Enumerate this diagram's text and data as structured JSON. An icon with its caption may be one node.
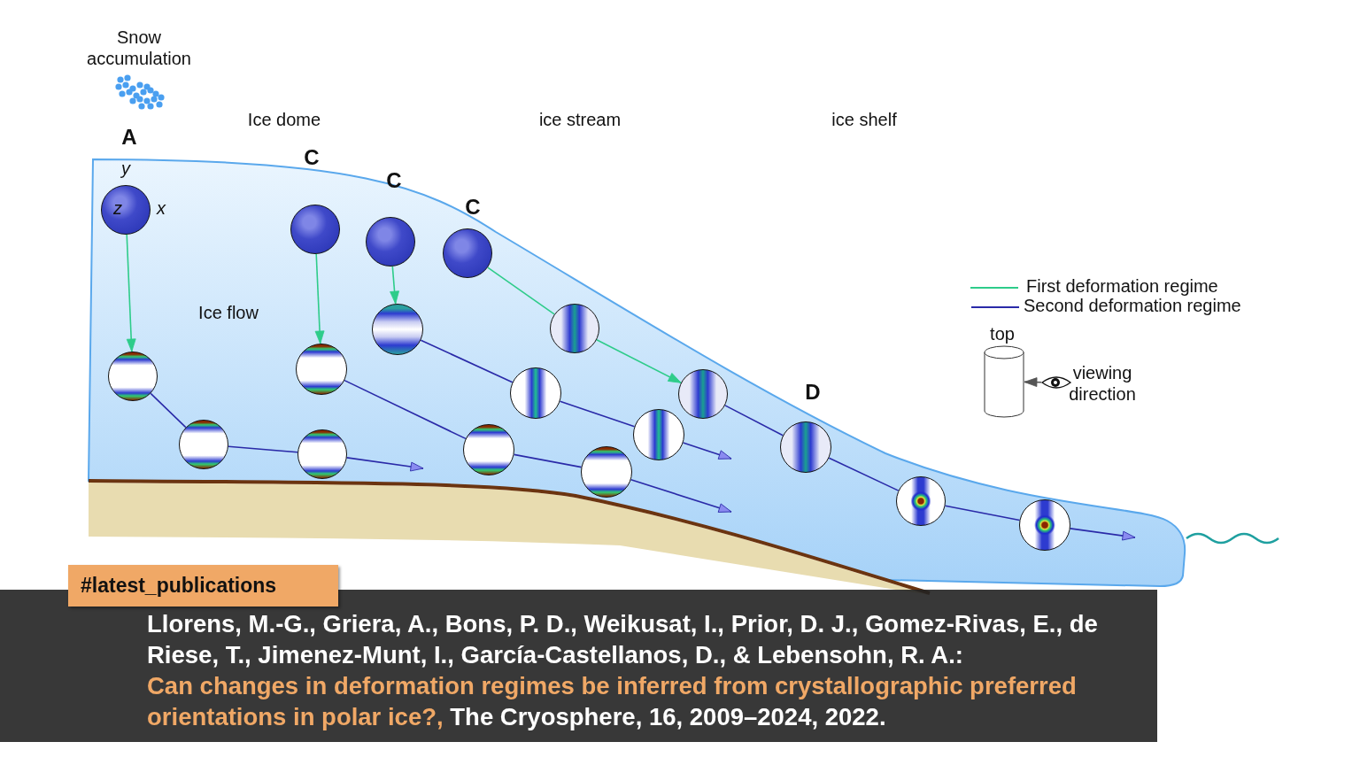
{
  "diagram": {
    "nodes": [
      {
        "text": [],
        "shape": "circle",
        "beside": [
          "A"
        ]
      },
      {
        "text": [],
        "shape": "circle"
      },
      {
        "text": [],
        "shape": "circle"
      },
      {
        "text": [],
        "shape": "circle",
        "beside": [
          "C"
        ]
      },
      {
        "text": [],
        "shape": "circle"
      },
      {
        "text": [],
        "shape": "circle"
      },
      {
        "text": [],
        "shape": "circle",
        "beside": [
          "C"
        ]
      },
      {
        "text": [],
        "shape": "circle"
      },
      {
        "text": [],
        "shape": "circle",
        "beside": [
          "C"
        ]
      },
      {
        "text": [],
        "shape": "circle"
      },
      {
        "text": [],
        "shape": "circle"
      },
      {
        "text": [],
        "shape": "circle"
      },
      {
        "text": [],
        "shape": "circle"
      },
      {
        "text": [],
        "shape": "circle"
      },
      {
        "text": [],
        "shape": "circle"
      },
      {
        "text": [],
        "shape": "circle",
        "beside": [
          "D"
        ]
      },
      {
        "text": [],
        "shape": "circle"
      },
      {
        "text": [],
        "shape": "circle"
      },
      {
        "text": [],
        "shape": "cylinder",
        "beside": [
          "top"
        ]
      },
      {
        "text": [],
        "shape": "picture",
        "beside": [
          "viewing direction"
        ]
      }
    ],
    "edges": [
      {
        "from": 0,
        "to": 1,
        "arrow": "to",
        "color": "#2ecc8a"
      },
      {
        "from": 3,
        "to": 4,
        "arrow": "to",
        "color": "#2ecc8a"
      },
      {
        "from": 6,
        "to": 7,
        "arrow": "to",
        "color": "#2ecc8a"
      },
      {
        "from": 8,
        "to": 11,
        "arrow": "none",
        "color": "#2ecc8a"
      },
      {
        "from": 11,
        "to": 14,
        "arrow": "to",
        "color": "#2ecc8a"
      },
      {
        "from": 1,
        "to": 2,
        "arrow": "none"
      },
      {
        "from": 2,
        "to": 5,
        "arrow": "none"
      },
      {
        "from": 5,
        "to": null,
        "arrow": "to"
      },
      {
        "from": 4,
        "to": 9,
        "arrow": "none"
      },
      {
        "from": 9,
        "to": 12,
        "arrow": "none"
      },
      {
        "from": 12,
        "to": null,
        "arrow": "to"
      },
      {
        "from": 7,
        "to": 10,
        "arrow": "none"
      },
      {
        "from": 10,
        "to": 13,
        "arrow": "none"
      },
      {
        "from": 13,
        "to": null,
        "arrow": "to"
      },
      {
        "from": 14,
        "to": 15,
        "arrow": "none"
      },
      {
        "from": 15,
        "to": 16,
        "arrow": "none"
      },
      {
        "from": 16,
        "to": 17,
        "arrow": "none"
      },
      {
        "from": 17,
        "to": null,
        "arrow": "to"
      },
      {
        "from": 19,
        "to": 18,
        "arrow": "to",
        "color": "#555555"
      }
    ],
    "labels": [
      "Snow accumulation",
      "Ice dome",
      "ice stream",
      "ice shelf",
      "Ice flow",
      "y",
      "z",
      "x",
      "#latest_publications",
      "Llorens, M.-G., Griera, A., Bons, P. D., Weikusat, I., Prior, D. J., Gomez-Rivas, E., de Riese, T., Jimenez-Munt, I., García-Castellanos, D., & Lebensohn, R. A.:",
      "Can changes in deformation regimes be inferred from crystallographic preferred orientations in polar ice?,",
      "The Cryosphere, 16, 2009–2024, 2022."
    ],
    "legend": [
      {
        "text": "First deformation regime"
      },
      {
        "text": "Second deformation regime"
      }
    ]
  }
}
